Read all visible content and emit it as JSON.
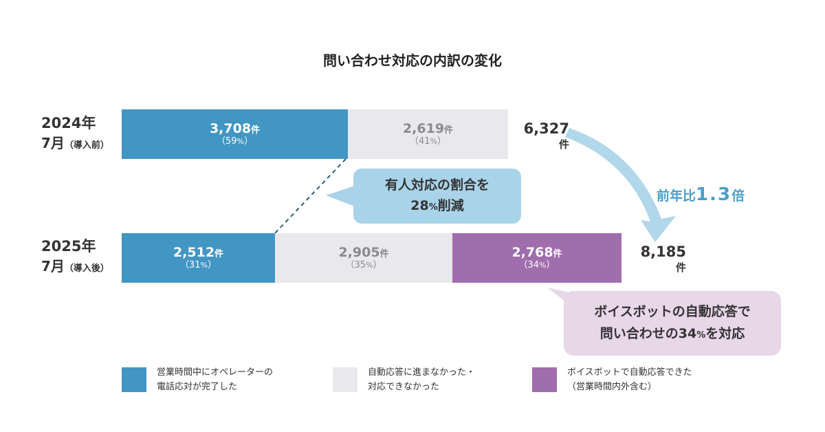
{
  "chart_data": {
    "type": "bar",
    "orientation": "horizontal-stacked",
    "title": "問い合わせ対応の内訳の変化",
    "unit_label": "件",
    "percent_label": "%",
    "rows": [
      {
        "year_label": "2024年",
        "month_label": "7月",
        "note": "（導入前）",
        "total_label": "6,327",
        "total": 6327,
        "segments": [
          {
            "key": "operator",
            "value": 3708,
            "value_label": "3,708",
            "percent": 59
          },
          {
            "key": "not_handled",
            "value": 2619,
            "value_label": "2,619",
            "percent": 41
          }
        ]
      },
      {
        "year_label": "2025年",
        "month_label": "7月",
        "note": "（導入後）",
        "total_label": "8,185",
        "total": 8185,
        "segments": [
          {
            "key": "operator",
            "value": 2512,
            "value_label": "2,512",
            "percent": 31
          },
          {
            "key": "not_handled",
            "value": 2905,
            "value_label": "2,905",
            "percent": 35
          },
          {
            "key": "voicebot",
            "value": 2768,
            "value_label": "2,768",
            "percent": 34
          }
        ]
      }
    ],
    "legend": [
      {
        "key": "operator",
        "lines": [
          "営業時間中にオペレーターの",
          "電話応対が完了した"
        ],
        "color": "#4196c4"
      },
      {
        "key": "not_handled",
        "lines": [
          "自動応答に進まなかった・",
          "対応できなかった"
        ],
        "color": "#e9e8ec"
      },
      {
        "key": "voicebot",
        "lines": [
          "ボイスボットで自動応答できた",
          "（営業時間内外含む）"
        ],
        "color": "#a06dad"
      }
    ],
    "annotations": {
      "reduction_line1": "有人対応の割合を",
      "reduction_value": "28",
      "reduction_suffix": "削減",
      "yoy_prefix": "前年比",
      "yoy_value": "1.3",
      "yoy_suffix": "倍",
      "voicebot_line1": "ボイスボットの自動応答で",
      "voicebot_line2_prefix": "問い合わせの",
      "voicebot_value": "34",
      "voicebot_line2_suffix": "を対応"
    },
    "colors": {
      "operator": "#4196c4",
      "not_handled": "#e9e8ec",
      "voicebot": "#a06dad",
      "callout_blue": "#a9d3e8",
      "callout_purple": "#e8d6e9",
      "arrow": "#a9d3e8",
      "yoy_text": "#4a9fc9",
      "dashed_line": "#2a5d78"
    }
  }
}
